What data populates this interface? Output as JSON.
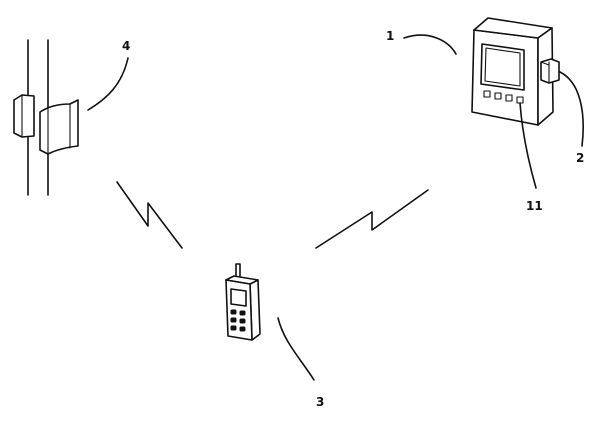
{
  "labels": {
    "main_unit": "1",
    "side_module": "2",
    "handset": "3",
    "door_sensor": "4",
    "button_row": "11"
  }
}
